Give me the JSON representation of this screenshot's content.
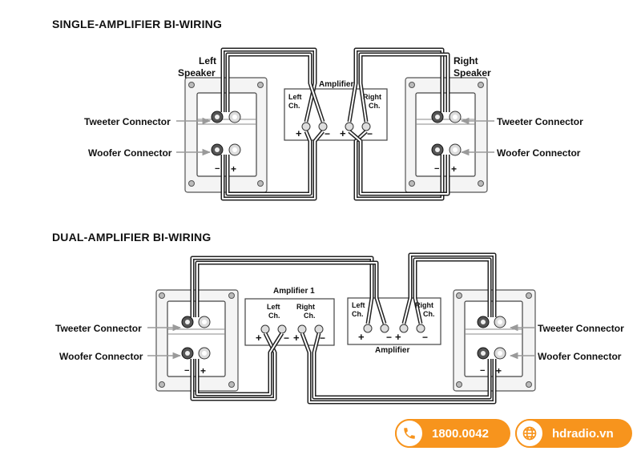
{
  "titles": {
    "single": "SINGLE-AMPLIFIER BI-WIRING",
    "dual": "DUAL-AMPLIFIER BI-WIRING"
  },
  "single": {
    "left_speaker": [
      "Left",
      "Speaker"
    ],
    "right_speaker": [
      "Right",
      "Speaker"
    ],
    "amplifier": "Amplifier",
    "left_ch": [
      "Left",
      "Ch."
    ],
    "right_ch": [
      "Right",
      "Ch."
    ],
    "tweeter": "Tweeter Connector",
    "woofer": "Woofer Connector"
  },
  "dual": {
    "amplifier1": "Amplifier 1",
    "amplifier": "Amplifier",
    "left_ch": [
      "Left",
      "Ch."
    ],
    "right_ch": [
      "Right",
      "Ch."
    ],
    "tweeter": "Tweeter Connector",
    "woofer": "Woofer Connector"
  },
  "polarity": {
    "plus": "+",
    "minus": "−"
  },
  "contact": {
    "phone": "1800.0042",
    "website": "hdradio.vn",
    "accent_color": "#f7941d",
    "phone_icon": "phone-icon",
    "globe_icon": "globe-icon"
  }
}
